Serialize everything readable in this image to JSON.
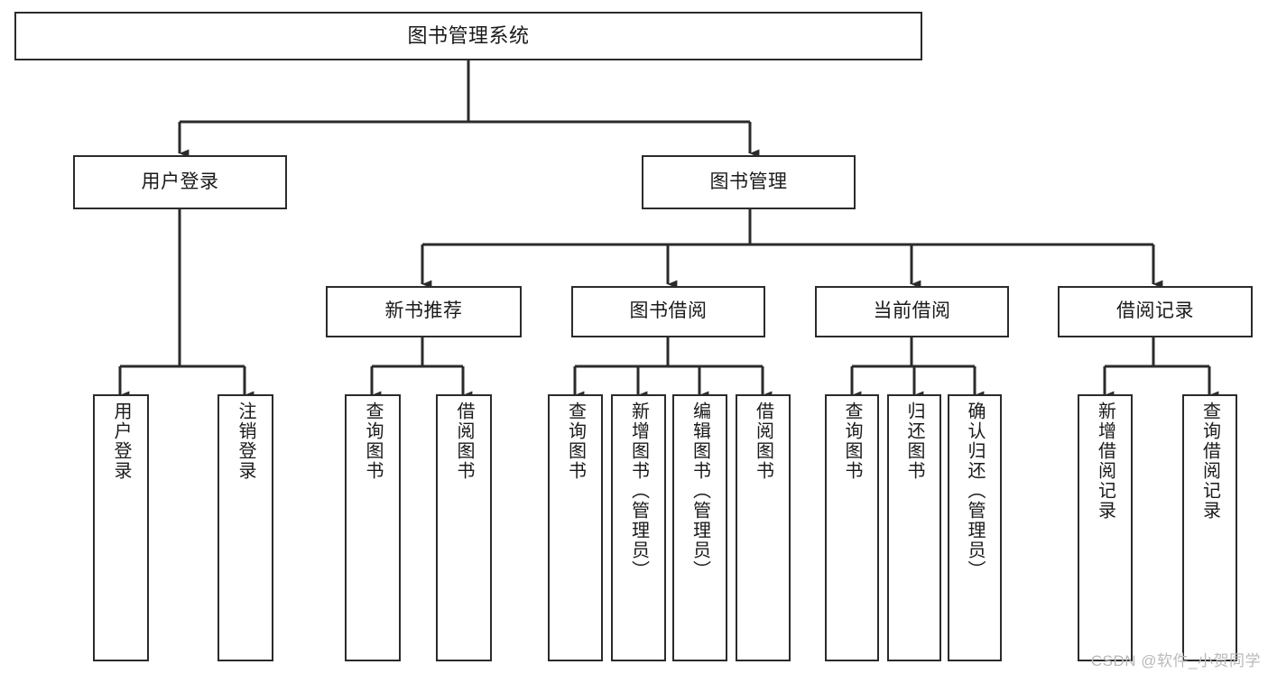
{
  "diagram": {
    "title_node": "图书管理系统",
    "watermark": "CSDN @软件_小贺同学",
    "line_color": "#2b2b2b",
    "box_fill": "#ffffff",
    "text_color": "#1a1a1a",
    "watermark_color": "#b9b9b9",
    "root": {
      "label": "图书管理系统"
    },
    "level1": [
      {
        "label": "用户登录"
      },
      {
        "label": "图书管理"
      }
    ],
    "level2": [
      {
        "label": "新书推荐"
      },
      {
        "label": "图书借阅"
      },
      {
        "label": "当前借阅"
      },
      {
        "label": "借阅记录"
      }
    ],
    "leaves": {
      "user_login": [
        {
          "label": "用户登录"
        },
        {
          "label": "注销登录"
        }
      ],
      "new_book_recommend": [
        {
          "label": "查询图书"
        },
        {
          "label": "借阅图书"
        }
      ],
      "book_borrow": [
        {
          "label": "查询图书"
        },
        {
          "label": "新增图书（管理员）"
        },
        {
          "label": "编辑图书（管理员）"
        },
        {
          "label": "借阅图书"
        }
      ],
      "current_borrow": [
        {
          "label": "查询图书"
        },
        {
          "label": "归还图书"
        },
        {
          "label": "确认归还（管理员）"
        }
      ],
      "borrow_record": [
        {
          "label": "新增借阅记录"
        },
        {
          "label": "查询借阅记录"
        }
      ]
    }
  }
}
